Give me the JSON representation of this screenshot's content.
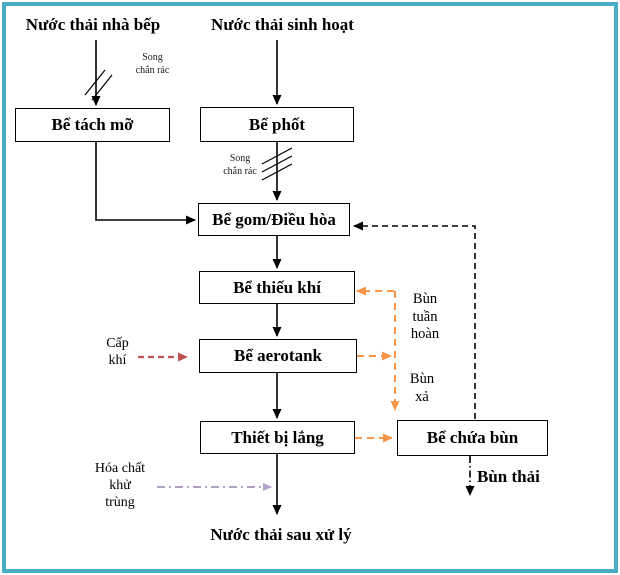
{
  "frame": {
    "border_color": "#4bacc6",
    "background": "#ffffff"
  },
  "palette": {
    "line_black": "#000000",
    "sludge_orange": "#f79646",
    "air_red": "#c0504d",
    "chemical_lavender": "#b3a2c7"
  },
  "nodes": {
    "kitchen_source": "Nước thải nhà bếp",
    "domestic_source": "Nước thải sinh hoạt",
    "grease_tank": "Bể tách mỡ",
    "septic_tank": "Bể phốt",
    "equalization_tank": "Bể gom/Điều hòa",
    "anoxic_tank": "Bể thiếu khí",
    "aerotank": "Bể aerotank",
    "settler": "Thiết bị lắng",
    "sludge_tank": "Bể chứa bùn",
    "effluent": "Nước thải sau xử lý",
    "waste_sludge": "Bùn thải"
  },
  "labels": {
    "screen1": [
      "Song",
      "chắn rác"
    ],
    "screen2": [
      "Song",
      "chắn rác"
    ],
    "air_supply": [
      "Cấp",
      "khí"
    ],
    "disinfectant": [
      "Hóa chất",
      "khử",
      "trùng"
    ],
    "return_sludge": [
      "Bùn",
      "tuần",
      "hoàn"
    ],
    "discharge_sludge": [
      "Bùn",
      "xả"
    ]
  }
}
